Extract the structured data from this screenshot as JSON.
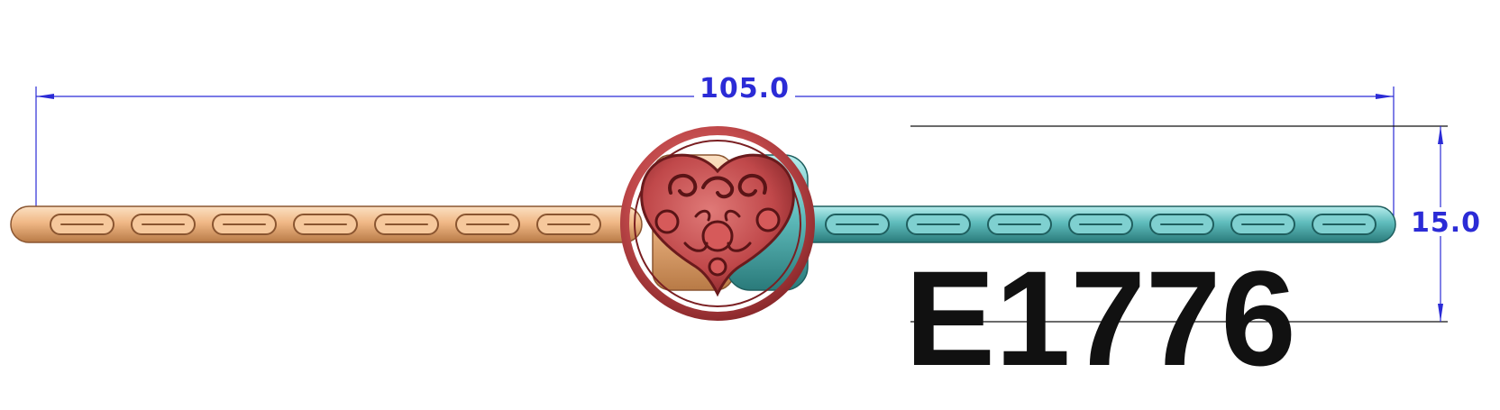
{
  "drawing": {
    "width_label": "105.0",
    "height_label": "15.0",
    "product_code": "E1776",
    "bar_left_colour_name": "gold",
    "bar_right_colour_name": "teal",
    "medallion_icon": "ruyi-cloud-heart-medallion-icon"
  },
  "colors": {
    "dimension_blue": "#2b2bd6",
    "gold": "#f0b886",
    "gold_dark": "#a86a3c",
    "teal": "#5fbcbc",
    "teal_dark": "#2a7a7a",
    "red": "#c0484a",
    "red_dark": "#7a1f22",
    "code": "#111111"
  }
}
